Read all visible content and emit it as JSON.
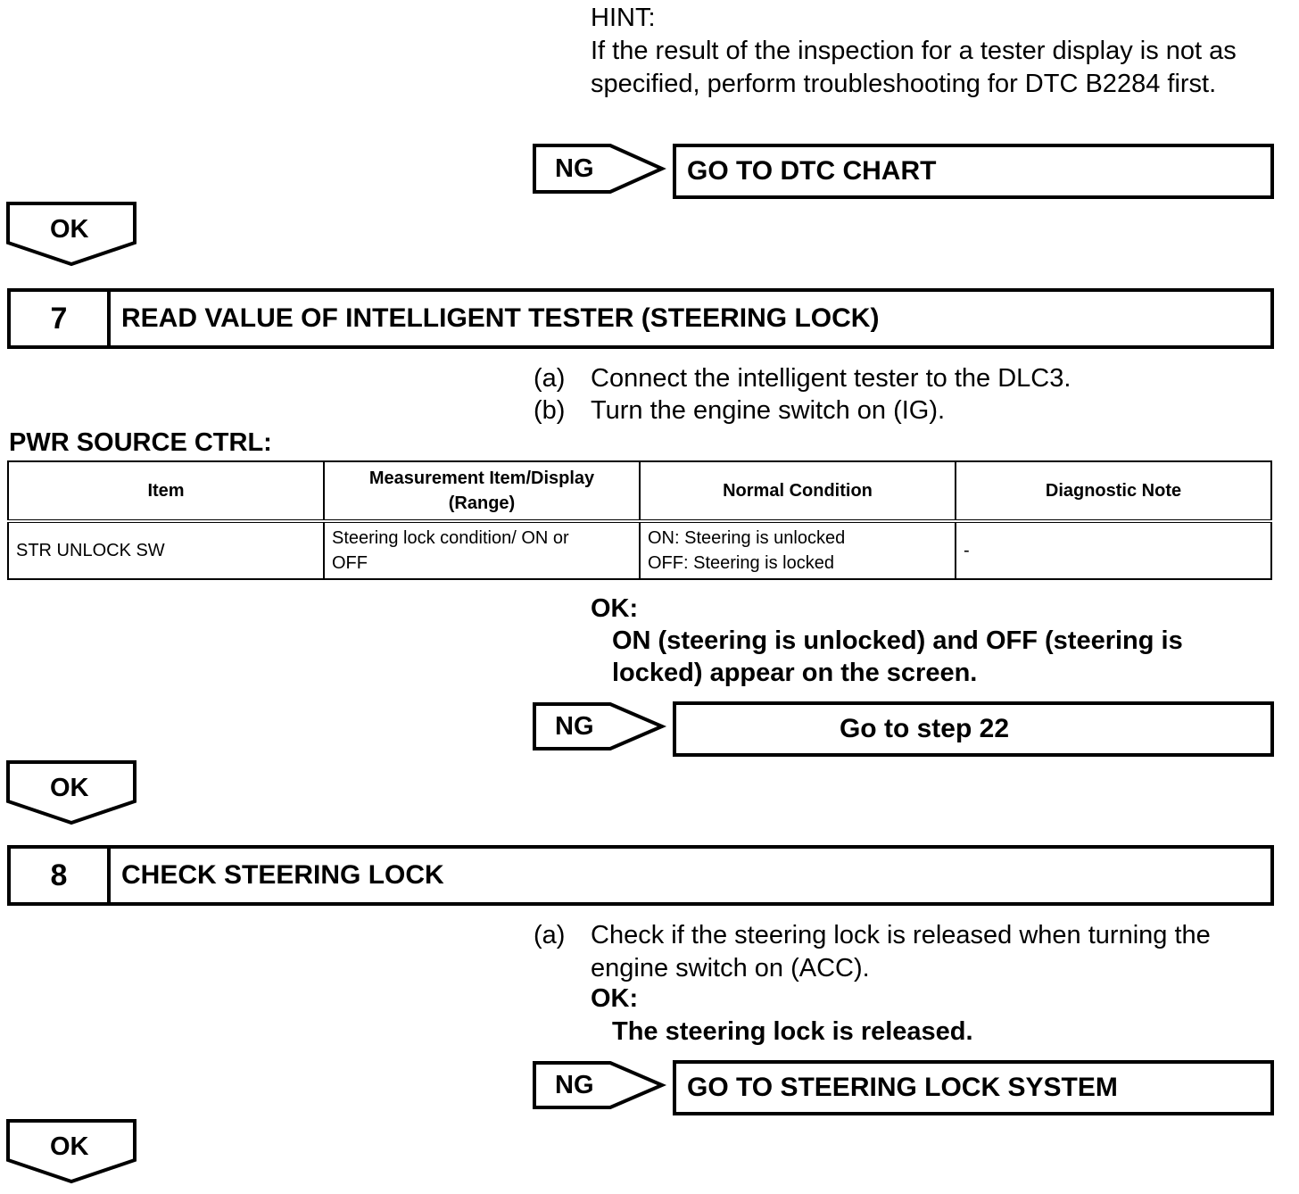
{
  "hint": {
    "label": "HINT:",
    "line1": "If the result of the inspection for a tester display is not as",
    "line2": "specified, perform troubleshooting for DTC B2284 first."
  },
  "ng_label": "NG",
  "ok_label": "OK",
  "ng_destinations": {
    "first": "GO TO DTC CHART",
    "second": "Go to step 22",
    "third": "GO TO STEERING LOCK SYSTEM"
  },
  "step7": {
    "number": "7",
    "title": "READ VALUE OF INTELLIGENT TESTER (STEERING LOCK)",
    "instructions": [
      {
        "marker": "(a)",
        "text": "Connect the intelligent tester to the DLC3."
      },
      {
        "marker": "(b)",
        "text": "Turn the engine switch on (IG)."
      }
    ],
    "table_caption": "PWR SOURCE CTRL:",
    "table": {
      "headers": [
        "Item",
        "Measurement Item/Display",
        "(Range)",
        "Normal Condition",
        "Diagnostic Note"
      ],
      "row": {
        "item": "STR UNLOCK SW",
        "measurement_line1": "Steering lock condition/ ON or",
        "measurement_line2": "OFF",
        "normal_line1": "ON: Steering is unlocked",
        "normal_line2": "OFF: Steering is locked",
        "note": "-"
      }
    },
    "ok_heading": "OK:",
    "ok_line1": "ON (steering is unlocked) and OFF (steering is",
    "ok_line2": "locked) appear on the screen."
  },
  "step8": {
    "number": "8",
    "title": "CHECK STEERING LOCK",
    "instruction": {
      "marker": "(a)",
      "line1": "Check if the steering lock is released when turning the",
      "line2": "engine switch on (ACC)."
    },
    "ok_heading": "OK:",
    "ok_text": "The steering lock is released."
  }
}
